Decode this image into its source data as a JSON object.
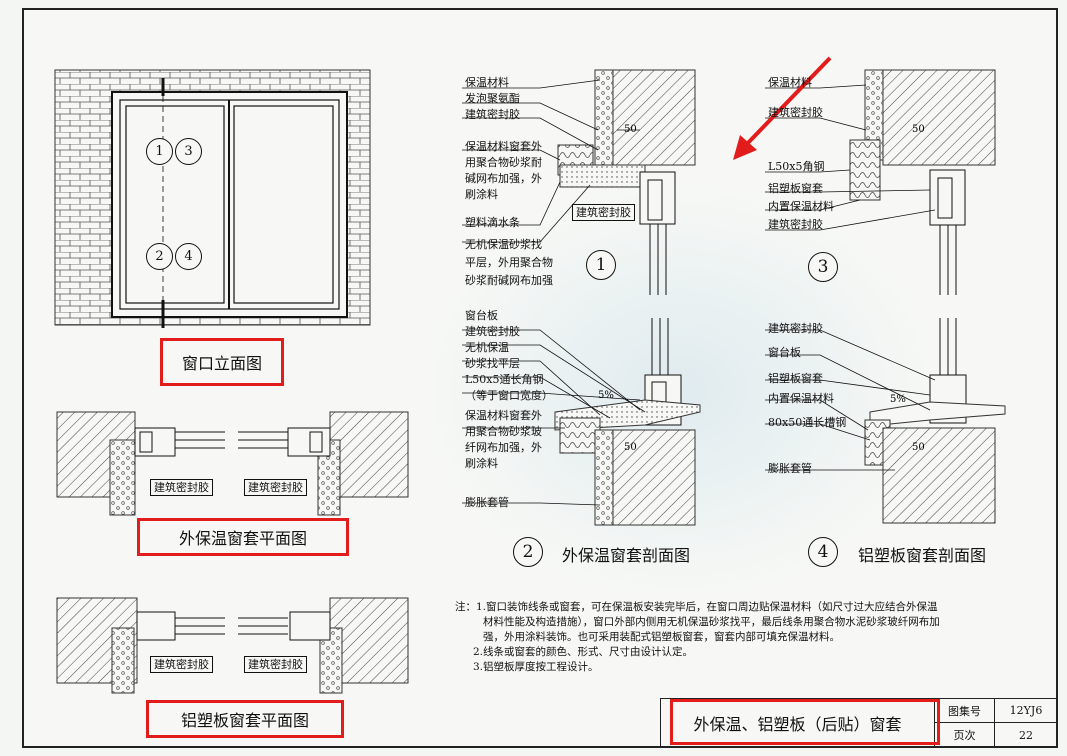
{
  "elevation": {
    "caption": "窗口立面图",
    "markers": [
      {
        "top": "1",
        "right": "3"
      },
      {
        "top": "2",
        "right": "4"
      }
    ]
  },
  "plans": {
    "exterior_caption": "外保温窗套平面图",
    "aluminum_caption": "铝塑板窗套平面图",
    "sealant_label": "建筑密封胶"
  },
  "detail1": {
    "number": "1",
    "labels": [
      "保温材料",
      "发泡聚氨酯",
      "建筑密封胶",
      "保温材料窗套外",
      "用聚合物砂浆耐",
      "碱网布加强，外",
      "刷涂料",
      "塑料滴水条",
      "无机保温砂浆找",
      "平层，外用聚合物",
      "砂浆耐碱网布加强"
    ],
    "inner_label": "建筑密封胶",
    "dim": "50"
  },
  "detail2": {
    "number": "2",
    "caption": "外保温窗套剖面图",
    "labels": [
      "窗台板",
      "建筑密封胶",
      "无机保温",
      "砂浆找平层",
      "L50x5通长角钢",
      "（等于窗口宽度）",
      "保温材料窗套外",
      "用聚合物砂浆玻",
      "纤网布加强，外",
      "刷涂料",
      "膨胀套管"
    ],
    "slope": "5%",
    "dim": "50"
  },
  "detail3": {
    "number": "3",
    "labels": [
      "保温材料",
      "建筑密封胶",
      "L50x5角钢",
      "铝塑板窗套",
      "内置保温材料",
      "建筑密封胶"
    ],
    "dim": "50"
  },
  "detail4": {
    "number": "4",
    "caption": "铝塑板窗套剖面图",
    "labels": [
      "建筑密封胶",
      "窗台板",
      "铝塑板窗套",
      "内置保温材料",
      "80x50通长槽钢",
      "膨胀套管"
    ],
    "slope": "5%",
    "dim": "50"
  },
  "notes": [
    "注：1.窗口装饰线条或窗套，可在保温板安装完毕后，在窗口周边贴保温材料（如尺寸过大应结合外保温",
    "材料性能及构造措施），窗口外部内侧用无机保温砂浆找平，最后线条用聚合物水泥砂浆玻纤网布加",
    "强，外用涂料装饰。也可采用装配式铝塑板窗套，窗套内部可填充保温材料。",
    "2.线条或窗套的颜色、形式、尺寸由设计认定。",
    "3.铝塑板厚度按工程设计。"
  ],
  "title_block": {
    "title": "外保温、铝塑板（后贴）窗套",
    "atlas_label": "图集号",
    "atlas_value": "12YJ6",
    "page_label": "页次",
    "page_value": "22"
  },
  "colors": {
    "highlight": "#e21b1b",
    "arrow": "#e21b1b",
    "line": "#111111"
  }
}
